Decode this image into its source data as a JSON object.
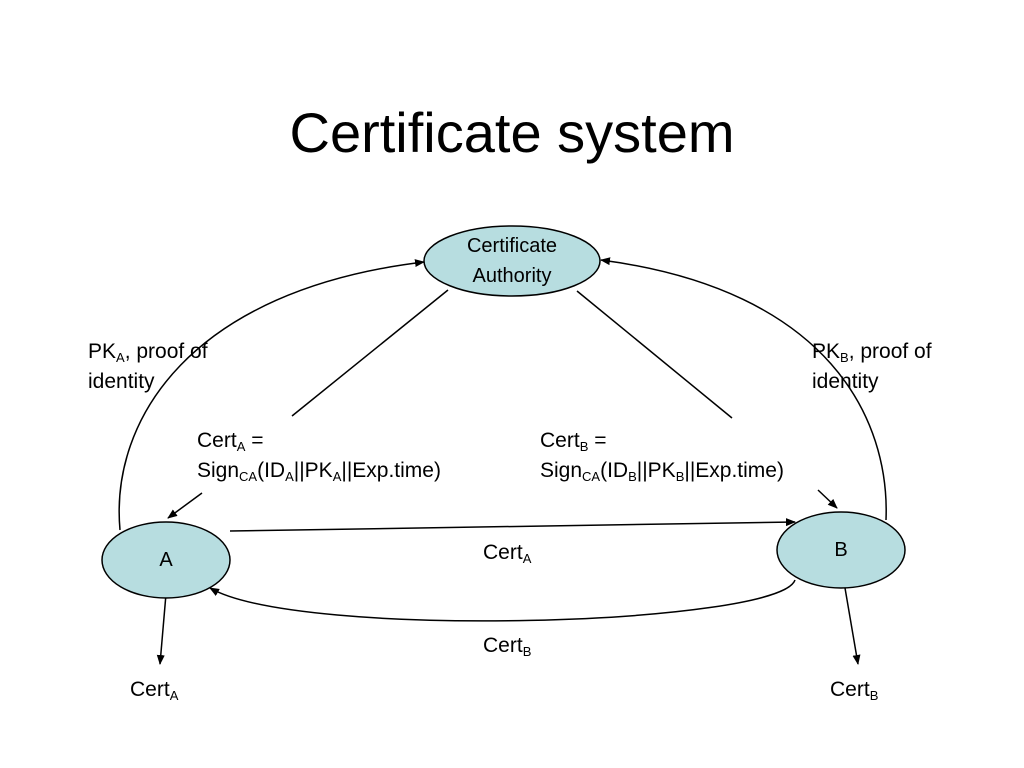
{
  "title": "Certificate system",
  "nodes": {
    "ca": {
      "line1": "Certificate",
      "line2": "Authority"
    },
    "a": {
      "label": "A"
    },
    "b": {
      "label": "B"
    }
  },
  "labels": {
    "pk_a": {
      "pk": "PK",
      "pk_sub": "A",
      "rest": ", proof of",
      "line2": "identity"
    },
    "pk_b": {
      "pk": "PK",
      "pk_sub": "B",
      "rest": ", proof of",
      "line2": "identity"
    },
    "cert_a_def": {
      "cert": "Cert",
      "cert_sub": "A",
      "eq": " =",
      "sign": "Sign",
      "sign_sub": "CA",
      "p1": "(ID",
      "id_sub": "A",
      "p2": "||PK",
      "pk_sub": "A",
      "p3": "||Exp.time)"
    },
    "cert_b_def": {
      "cert": "Cert",
      "cert_sub": "B",
      "eq": " =",
      "sign": "Sign",
      "sign_sub": "CA",
      "p1": "(ID",
      "id_sub": "B",
      "p2": "||PK",
      "pk_sub": "B",
      "p3": "||Exp.time)"
    },
    "cert_a_transfer": {
      "text": "Cert",
      "sub": "A"
    },
    "cert_b_transfer": {
      "text": "Cert",
      "sub": "B"
    },
    "cert_a_out": {
      "text": "Cert",
      "sub": "A"
    },
    "cert_b_out": {
      "text": "Cert",
      "sub": "B"
    }
  },
  "colors": {
    "node_fill": "#b7dde0",
    "stroke": "#000000"
  }
}
